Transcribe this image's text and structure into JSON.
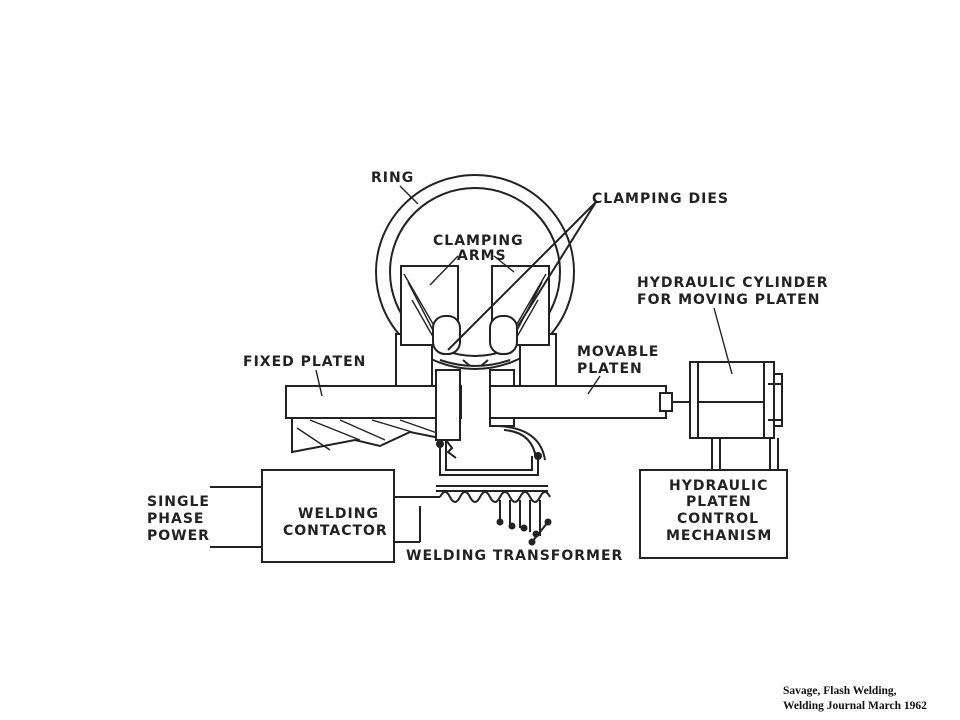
{
  "labels": {
    "ring": "RING",
    "clamping_dies": "CLAMPING DIES",
    "clamping_arms_1": "CLAMPING",
    "clamping_arms_2": "ARMS",
    "hydraulic_cylinder_1": "HYDRAULIC CYLINDER",
    "hydraulic_cylinder_2": "FOR MOVING PLATEN",
    "fixed_platen": "FIXED PLATEN",
    "movable_platen_1": "MOVABLE",
    "movable_platen_2": "PLATEN",
    "single_phase_1": "SINGLE",
    "single_phase_2": "PHASE",
    "single_phase_3": "POWER",
    "welding_contactor_1": "WELDING",
    "welding_contactor_2": "CONTACTOR",
    "hydraulic_control_1": "HYDRAULIC",
    "hydraulic_control_2": "PLATEN",
    "hydraulic_control_3": "CONTROL",
    "hydraulic_control_4": "MECHANISM",
    "welding_transformer": "WELDING TRANSFORMER"
  },
  "caption": {
    "line1": "Savage, Flash Welding,",
    "line2": "Welding Journal March 1962"
  }
}
